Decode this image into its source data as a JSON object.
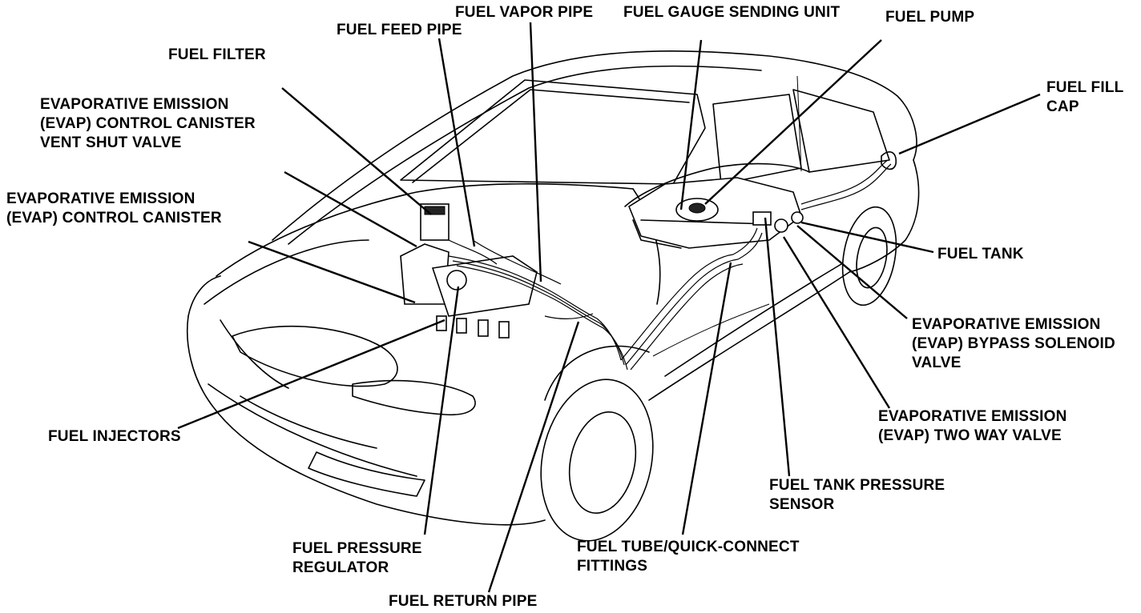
{
  "labels": {
    "fuel_vapor_pipe": "FUEL VAPOR PIPE",
    "fuel_gauge_sending_unit": "FUEL GAUGE SENDING UNIT",
    "fuel_pump": "FUEL PUMP",
    "fuel_feed_pipe": "FUEL FEED PIPE",
    "fuel_filter": "FUEL FILTER",
    "fuel_fill_cap": [
      "FUEL FILL",
      "CAP"
    ],
    "evap_vent_shut_valve": [
      "EVAPORATIVE EMISSION",
      "(EVAP) CONTROL CANISTER",
      "VENT SHUT VALVE"
    ],
    "evap_canister": [
      "EVAPORATIVE EMISSION",
      "(EVAP) CONTROL CANISTER"
    ],
    "fuel_tank": "FUEL TANK",
    "evap_bypass_solenoid_valve": [
      "EVAPORATIVE EMISSION",
      "(EVAP) BYPASS SOLENOID",
      "VALVE"
    ],
    "evap_two_way_valve": [
      "EVAPORATIVE EMISSION",
      "(EVAP) TWO WAY VALVE"
    ],
    "fuel_injectors": "FUEL INJECTORS",
    "fuel_tank_pressure_sensor": [
      "FUEL TANK PRESSURE",
      "SENSOR"
    ],
    "fuel_pressure_regulator": [
      "FUEL PRESSURE",
      "REGULATOR"
    ],
    "fuel_tube_quick_connect": [
      "FUEL TUBE/QUICK-CONNECT",
      "FITTINGS"
    ],
    "fuel_return_pipe": "FUEL RETURN PIPE"
  }
}
